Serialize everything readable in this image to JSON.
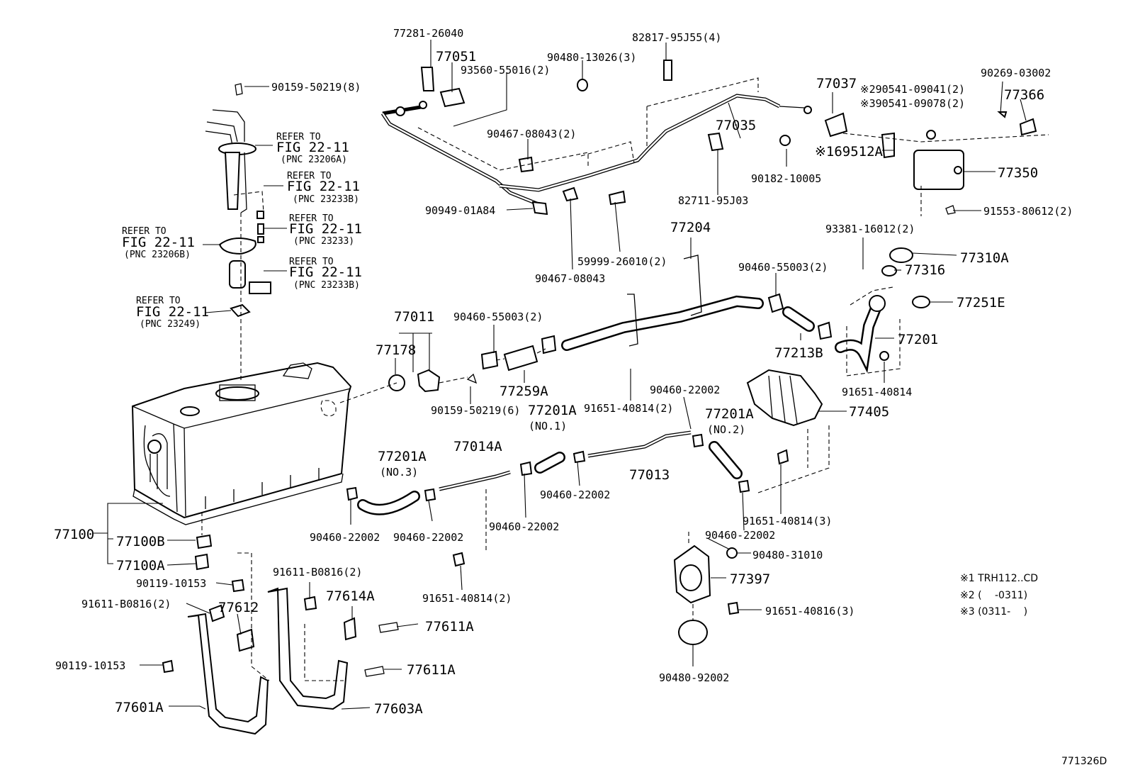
{
  "diagram": {
    "figure_code": "771326D",
    "notes": [
      "※1 TRH112..CD",
      "※2 (　 -0311)",
      "※3 (0311-　 )"
    ],
    "refer_blocks": [
      {
        "l1": "REFER TO",
        "l2": "FIG 22-11",
        "l3": "(PNC 23206A)"
      },
      {
        "l1": "REFER TO",
        "l2": "FIG 22-11",
        "l3": "(PNC 23233B)"
      },
      {
        "l1": "REFER TO",
        "l2": "FIG 22-11",
        "l3": "(PNC 23233)"
      },
      {
        "l1": "REFER TO",
        "l2": "FIG 22-11",
        "l3": "(PNC 23233B)"
      },
      {
        "l1": "REFER TO",
        "l2": "FIG 22-11",
        "l3": "(PNC 23206B)"
      },
      {
        "l1": "REFER TO",
        "l2": "FIG 22-11",
        "l3": "(PNC 23249)"
      }
    ],
    "parts": [
      "77281-26040",
      "77051",
      "93560-55016(2)",
      "90480-13026(3)",
      "82817-95J55(4)",
      "77037",
      "※290541-09041(2)",
      "※390541-09078(2)",
      "90269-03002",
      "77366",
      "90159-50219(8)",
      "90467-08043(2)",
      "77035",
      "90182-10005",
      "※169512A",
      "77350",
      "90949-01A84",
      "82711-95J03",
      "91553-80612(2)",
      "59999-26010(2)",
      "90467-08043",
      "77204",
      "93381-16012(2)",
      "77310A",
      "90460-55003(2)",
      "77316",
      "77251E",
      "77011",
      "90460-55003(2)",
      "77178",
      "77213B",
      "77201",
      "91651-40814",
      "77259A",
      "90159-50219(6)",
      "91651-40814(2)",
      "90460-22002",
      "77201A",
      "(NO.1)",
      "77201A",
      "(NO.2)",
      "77405",
      "77201A",
      "(NO.3)",
      "77014A",
      "77013",
      "90460-22002",
      "91651-40814(3)",
      "77100",
      "77100B",
      "77100A",
      "90460-22002",
      "90460-22002",
      "90460-22002",
      "90460-22002",
      "90480-31010",
      "77397",
      "91651-40814(2)",
      "91651-40816(3)",
      "90119-10153",
      "91611-B0816(2)",
      "91611-B0816(2)",
      "77612",
      "77614A",
      "77611A",
      "90119-10153",
      "77611A",
      "77601A",
      "77603A",
      "90480-92002"
    ]
  }
}
